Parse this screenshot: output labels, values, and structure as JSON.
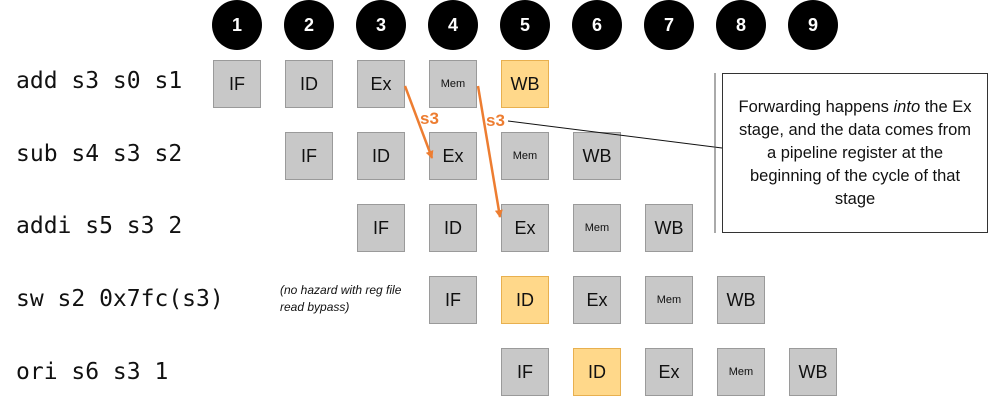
{
  "cycles": [
    "1",
    "2",
    "3",
    "4",
    "5",
    "6",
    "7",
    "8",
    "9"
  ],
  "instructions": [
    {
      "text": "add s3 s0 s1",
      "stages": [
        "IF",
        "ID",
        "Ex",
        "Mem",
        "WB"
      ]
    },
    {
      "text": "sub s4 s3 s2",
      "stages": [
        "IF",
        "ID",
        "Ex",
        "Mem",
        "WB"
      ]
    },
    {
      "text": "addi s5 s3 2",
      "stages": [
        "IF",
        "ID",
        "Ex",
        "Mem",
        "WB"
      ]
    },
    {
      "text": "sw s2 0x7fc(s3)",
      "stages": [
        "IF",
        "ID",
        "Ex",
        "Mem",
        "WB"
      ]
    },
    {
      "text": "ori s6 s3 1",
      "stages": [
        "IF",
        "ID",
        "Ex",
        "Mem",
        "WB"
      ]
    }
  ],
  "forwarding": [
    {
      "label": "s3",
      "from": "add Ex",
      "to": "sub Ex"
    },
    {
      "label": "s3",
      "from": "add Mem",
      "to": "addi Ex"
    }
  ],
  "hazard_note": "(no hazard with reg file read bypass)",
  "explanation": {
    "before": "Forwarding happens ",
    "emphasis": "into",
    "after": " the Ex stage, and the data comes from a pipeline register at the beginning of the cycle of that stage"
  },
  "colors": {
    "stage_fill": "#c8c8c8",
    "highlight_fill": "#ffd88a",
    "arrow": "#ed7d31",
    "cycle_circle": "#000000"
  }
}
